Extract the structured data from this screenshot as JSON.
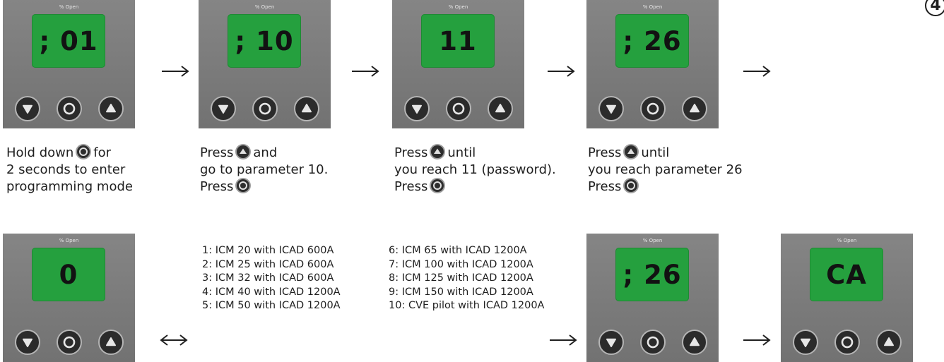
{
  "step_number": "4",
  "panel_label": "% Open",
  "panels": [
    {
      "display": "; 01"
    },
    {
      "display": "; 10"
    },
    {
      "display": "11"
    },
    {
      "display": "; 26"
    },
    {
      "display": "0"
    },
    {
      "display": "; 26"
    },
    {
      "display": "CA"
    }
  ],
  "captions": {
    "c1": {
      "line1_a": "Hold down",
      "line1_b": "for",
      "line2": "2 seconds to enter",
      "line3": "programming mode"
    },
    "c2": {
      "line1_a": "Press",
      "line1_b": "and",
      "line2": "go to parameter 10.",
      "line3": "Press"
    },
    "c3": {
      "line1_a": "Press",
      "line1_b": "until",
      "line2": "you reach 11 (password).",
      "line3": "Press"
    },
    "c4": {
      "line1_a": "Press",
      "line1_b": "until",
      "line2": "you reach parameter 26",
      "line3": "Press"
    }
  },
  "options_left": [
    "1: ICM 20 with ICAD 600A",
    "2: ICM 25 with ICAD 600A",
    "3: ICM 32 with ICAD 600A",
    "4: ICM 40 with ICAD 1200A",
    "5: ICM 50 with ICAD 1200A"
  ],
  "options_right": [
    "6: ICM 65 with ICAD 1200A",
    "7: ICM 100 with ICAD 1200A",
    "8: ICM 125 with ICAD 1200A",
    "9: ICM 150 with ICAD 1200A",
    "10: CVE pilot with ICAD 1200A"
  ],
  "icons": {
    "down": "down-arrow-button-icon",
    "enter": "enter-circle-button-icon",
    "up": "up-arrow-button-icon",
    "next": "right-arrow-icon",
    "bidirectional": "left-right-arrow-icon"
  },
  "colors": {
    "screen": "#25a03e",
    "panel": "#7c7c7c",
    "button_rim": "#b5b5b5",
    "button_fill": "#2b2b2b"
  }
}
